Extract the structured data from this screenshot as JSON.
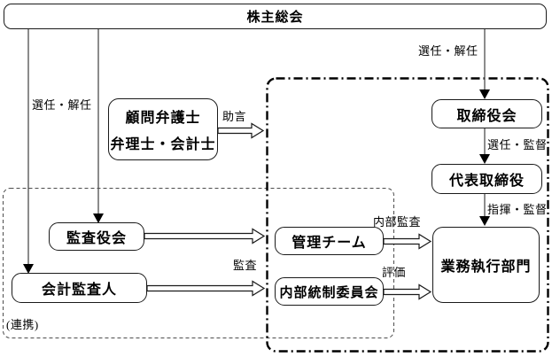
{
  "diagram": {
    "type": "corporate-governance-flowchart",
    "nodes": {
      "shareholders_meeting": {
        "label": "株主総会"
      },
      "advisors": {
        "line1": "顧問弁護士",
        "line2": "弁理士・会計士"
      },
      "audit_board": {
        "label": "監査役会"
      },
      "accounting_auditor": {
        "label": "会計監査人"
      },
      "board_of_directors": {
        "label": "取締役会"
      },
      "representative_director": {
        "label": "代表取締役"
      },
      "management_team": {
        "label": "管理チーム"
      },
      "internal_control_committee": {
        "label": "内部統制委員会"
      },
      "business_execution_division": {
        "label": "業務執行部門"
      }
    },
    "edge_labels": {
      "appoint_dismiss_left": "選任・解任",
      "appoint_dismiss_right": "選任・解任",
      "advice": "助言",
      "audit": "監査",
      "appoint_supervise": "選任・監督",
      "direct_supervise": "指揮・監督",
      "internal_audit": "内部監査",
      "evaluation": "評価",
      "cooperation_note": "(連携)"
    },
    "colors": {
      "background": "#ffffff",
      "connector_line": "#4d4d4d",
      "box_border": "#1a1a1a",
      "text": "#000000"
    }
  }
}
